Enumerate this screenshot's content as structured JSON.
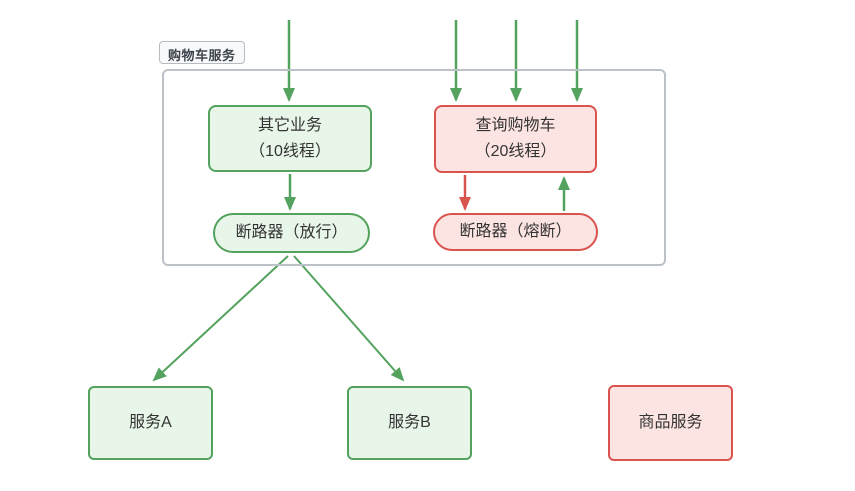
{
  "diagram": {
    "type": "architecture-flow",
    "group_label": "购物车服务",
    "nodes": {
      "other_business": {
        "line1": "其它业务",
        "line2": "（10线程）",
        "status_color": "green"
      },
      "query_cart": {
        "line1": "查询购物车",
        "line2": "（20线程）",
        "status_color": "red"
      },
      "breaker_pass": {
        "label": "断路器（放行）",
        "status_color": "green"
      },
      "breaker_trip": {
        "label": "断路器（熔断）",
        "status_color": "red"
      },
      "service_a": {
        "label": "服务A",
        "status_color": "green"
      },
      "service_b": {
        "label": "服务B",
        "status_color": "green"
      },
      "product_service": {
        "label": "商品服务",
        "status_color": "red"
      }
    },
    "edges": [
      {
        "from": "external",
        "to": "other_business",
        "color": "green",
        "direction": "down"
      },
      {
        "from": "external",
        "to": "query_cart",
        "color": "green",
        "direction": "down",
        "count": 3
      },
      {
        "from": "other_business",
        "to": "breaker_pass",
        "color": "green",
        "direction": "down"
      },
      {
        "from": "query_cart",
        "to": "breaker_trip",
        "color": "red",
        "direction": "down"
      },
      {
        "from": "breaker_trip",
        "to": "query_cart",
        "color": "green",
        "direction": "up"
      },
      {
        "from": "breaker_pass",
        "to": "service_a",
        "color": "green",
        "direction": "diagonal"
      },
      {
        "from": "breaker_pass",
        "to": "service_b",
        "color": "green",
        "direction": "diagonal"
      }
    ],
    "colors": {
      "green_stroke": "#53a25e",
      "green_fill": "#e8f5e9",
      "red_stroke": "#d9534f",
      "red_fill": "#fce4e3",
      "container_border": "#bcc1c7",
      "label_bg": "#f8f9fa",
      "text": "#333333"
    }
  }
}
